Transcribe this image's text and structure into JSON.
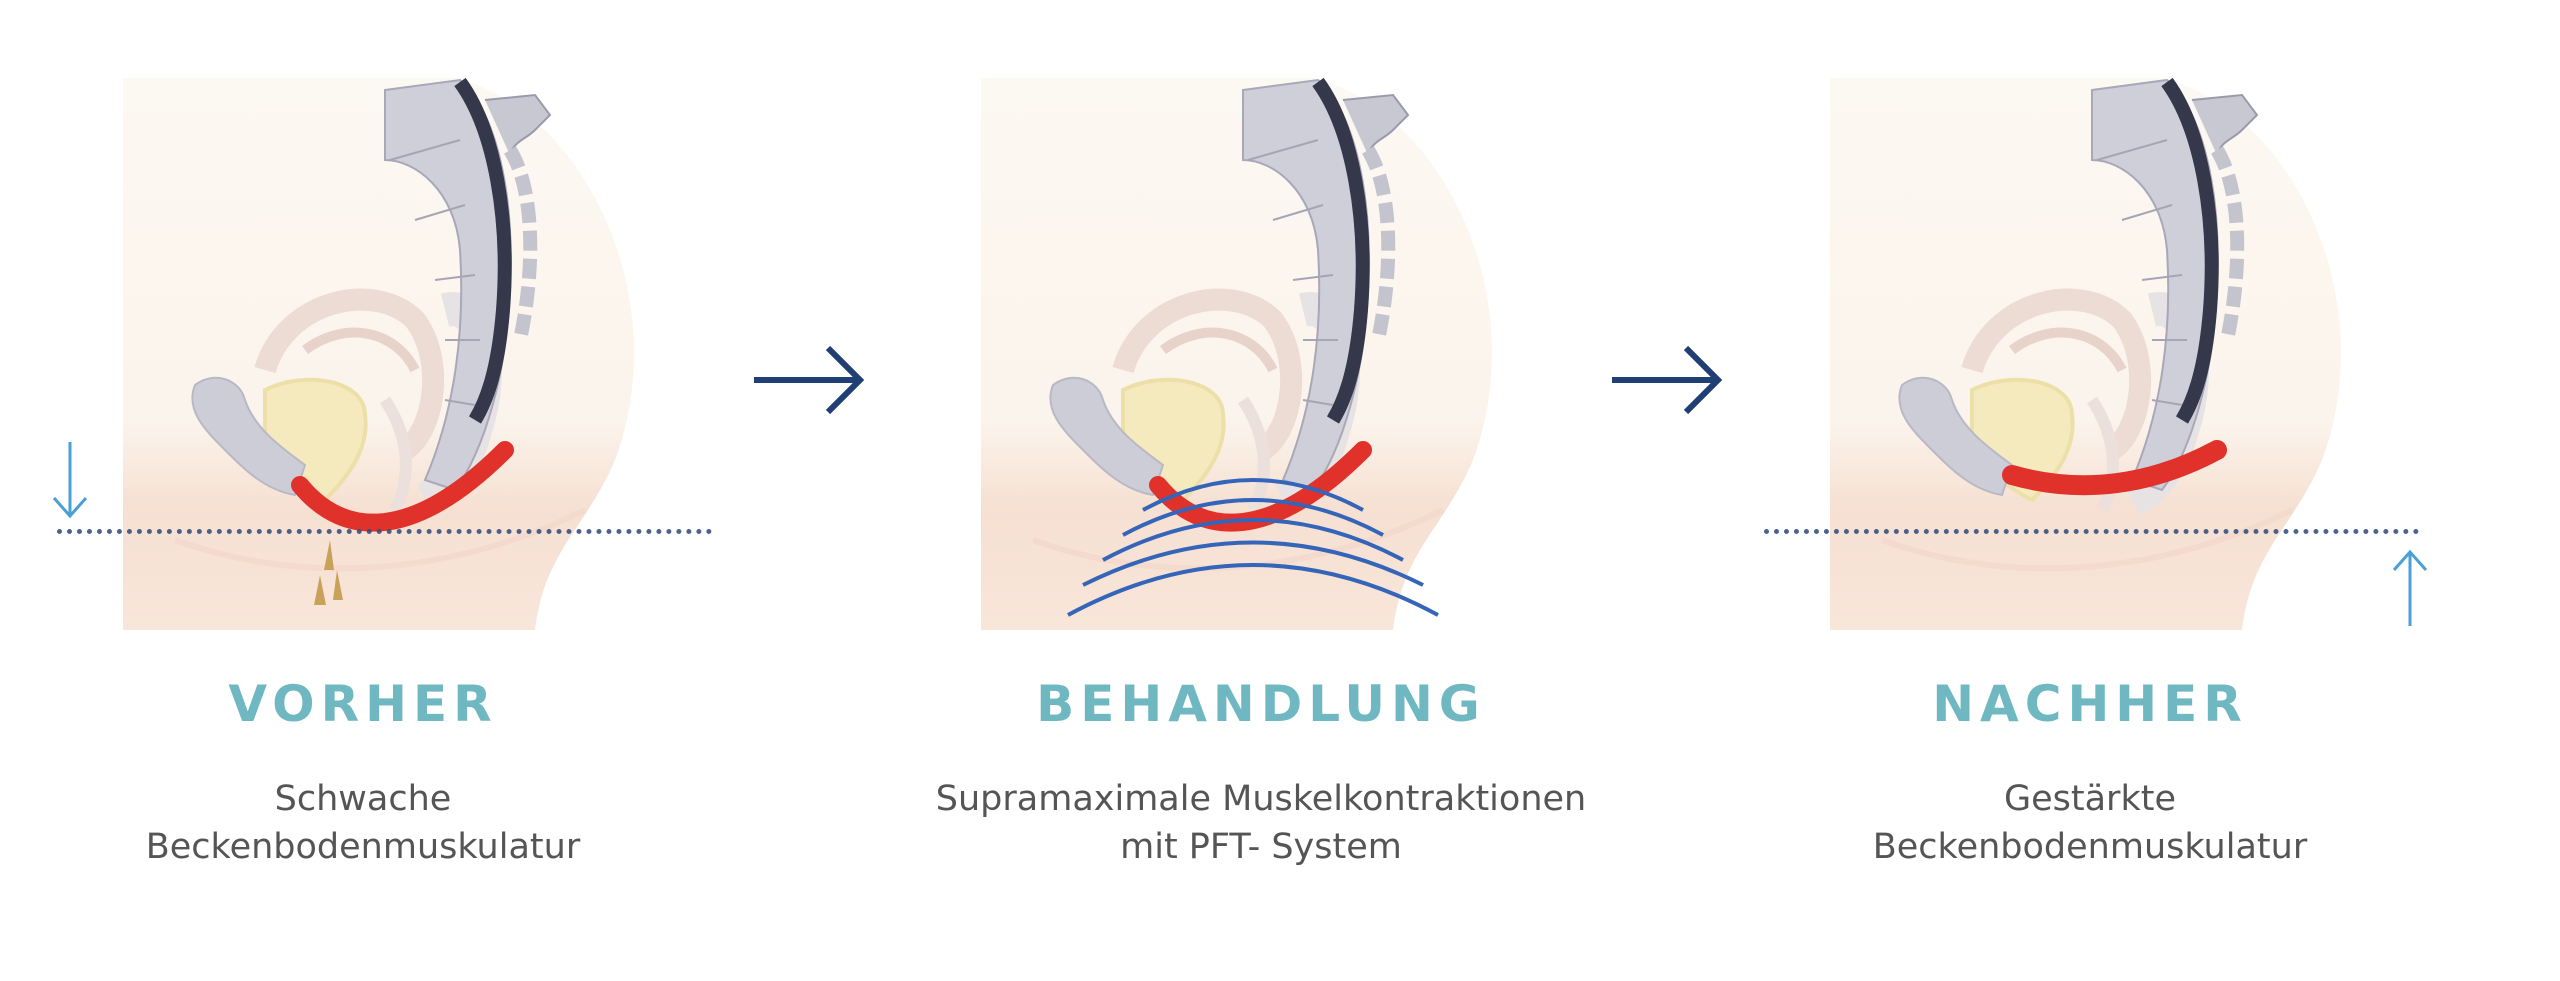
{
  "colors": {
    "title": "#6fb8c2",
    "arrow": "#1f3f75",
    "muscle": "#e0322a",
    "indicator": "#4a9fd4",
    "waves": "#3565b8"
  },
  "steps": [
    {
      "title": "VORHER",
      "line1": "Schwache",
      "line2": "Beckenbodenmuskulatur",
      "indicator": "arrow-down"
    },
    {
      "title": "BEHANDLUNG",
      "line1": "Supramaximale Muskelkontraktionen",
      "line2": "mit PFT- System",
      "indicator": "electromagnetic-waves"
    },
    {
      "title": "NACHHER",
      "line1": "Gestärkte",
      "line2": "Beckenbodenmuskulatur",
      "indicator": "arrow-up"
    }
  ]
}
